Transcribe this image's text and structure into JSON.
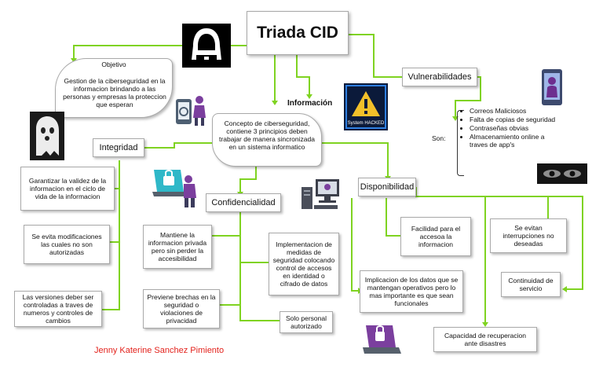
{
  "title": "Triada CID",
  "objetivo": {
    "heading": "Objetivo",
    "text": "Gestion de la ciberseguridad en la informacion brindando a las personas y empresas la proteccion que esperan"
  },
  "informacion": {
    "label": "Información",
    "text": "Concepto de ciberseguridad, contiene 3 principios deben trabajar de manera sincronizada en un sistema informatico"
  },
  "vulnerabilidades": {
    "label": "Vulnerabilidades",
    "son_label": "Son:",
    "items": [
      "Correos Maliciosos",
      "Falta de copias de seguridad",
      "Contraseñas obvias",
      "Almacenamiento online a traves de app's"
    ]
  },
  "integridad": {
    "label": "Integridad",
    "items": [
      "Garantizar la validez de la informacion en el ciclo de vida de la informacion",
      "Se evita modificaciones las cuales no son autorizadas",
      "Las versiones deber ser controladas a traves de numeros y controles de cambios"
    ]
  },
  "confidencialidad": {
    "label": "Confidencialidad",
    "items": [
      "Mantiene la informacion privada pero sin perder la accesibilidad",
      "Previene brechas en la seguridad o violaciones de privacidad",
      "Implementacion de medidas de seguridad colocando control de accesos en identidad o cifrado de datos",
      "Solo personal autorizado"
    ]
  },
  "disponibilidad": {
    "label": "Disponibilidad",
    "items": [
      "Facilidad para el accesoa la informacion",
      "Se evitan interrupciones no deseadas",
      "Implicacion de los datos que se mantengan operativos pero lo mas importante es que sean funcionales",
      "Continuidad de servicio",
      "Capacidad de recuperacion ante disastres"
    ]
  },
  "hacked_text": "System HACKED",
  "author": "Jenny Katerine Sanchez Pimiento",
  "colors": {
    "connector": "#7fd321",
    "author": "#e3221c",
    "border": "#a9a9a9"
  }
}
